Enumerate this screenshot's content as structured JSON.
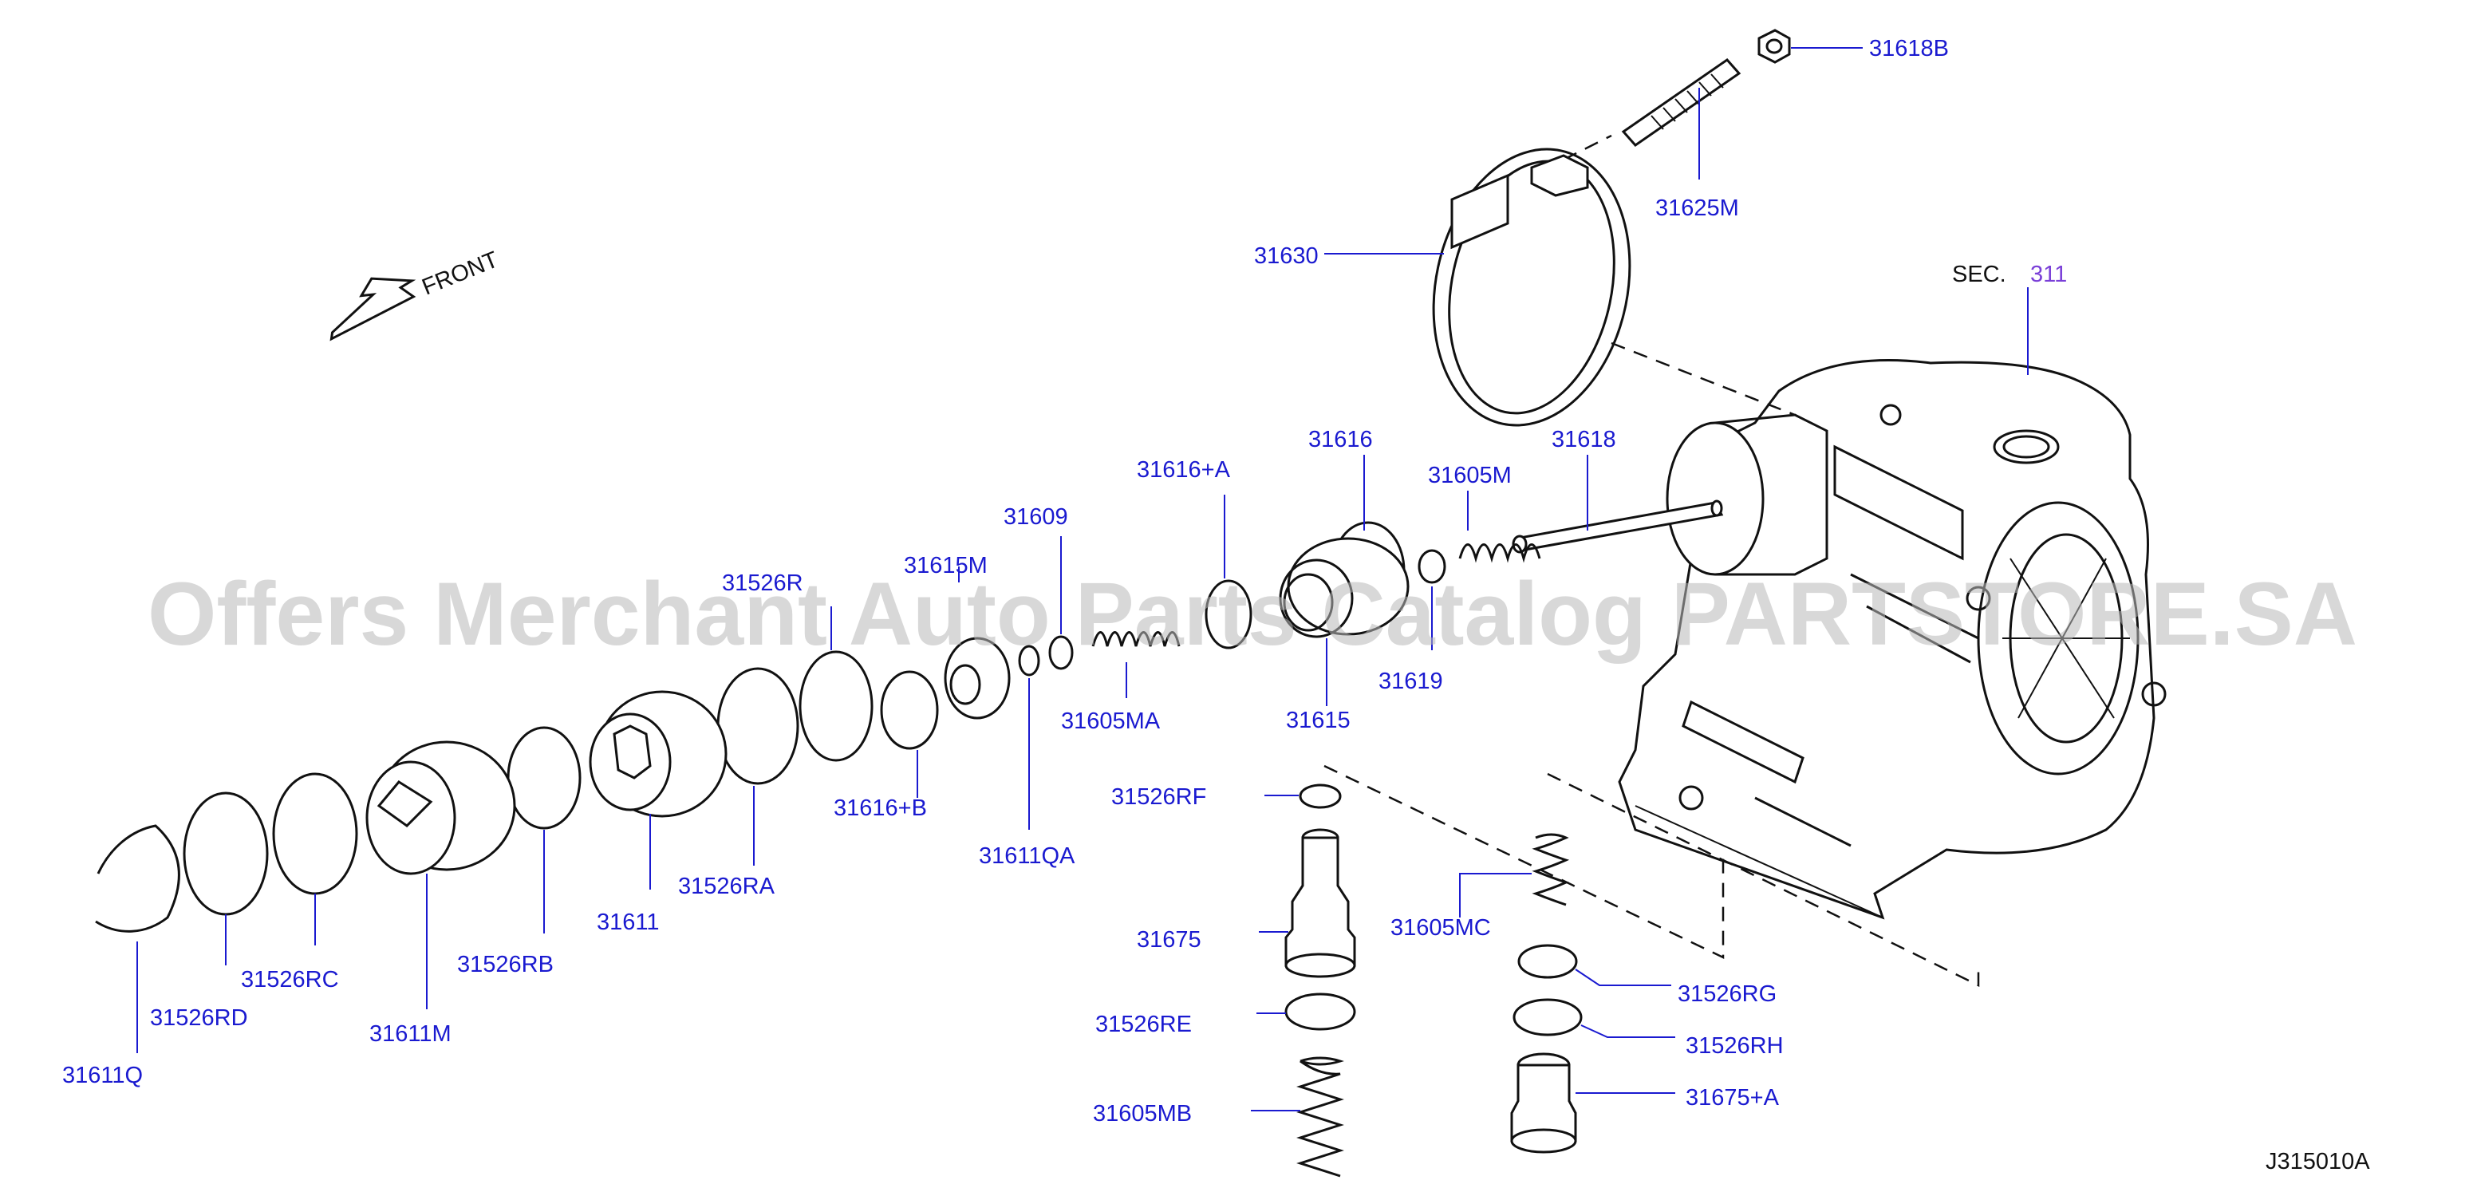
{
  "front_label": "FRONT",
  "section": {
    "prefix": "SEC.",
    "number": "311"
  },
  "diagram_code": "J315010A",
  "watermark": "Offers Merchant Auto Parts Catalog PARTSTORE.SA",
  "callouts": {
    "p31618B": "31618B",
    "p31625M": "31625M",
    "p31630": "31630",
    "p31616": "31616",
    "p31618": "31618",
    "p31616A": "31616+A",
    "p31605M": "31605M",
    "p31609": "31609",
    "p31615M": "31615M",
    "p31526R": "31526R",
    "p31619": "31619",
    "p31615": "31615",
    "p31605MA": "31605MA",
    "p31616B": "31616+B",
    "p31611QA": "31611QA",
    "p31526RF": "31526RF",
    "p31526RA": "31526RA",
    "p31611": "31611",
    "p31526RB": "31526RB",
    "p31675": "31675",
    "p31605MC": "31605MC",
    "p31526RC": "31526RC",
    "p31526RD": "31526RD",
    "p31611M": "31611M",
    "p31526RG": "31526RG",
    "p31526RE": "31526RE",
    "p31526RH": "31526RH",
    "p31611Q": "31611Q",
    "p31675A": "31675+A",
    "p31605MB": "31605MB"
  }
}
